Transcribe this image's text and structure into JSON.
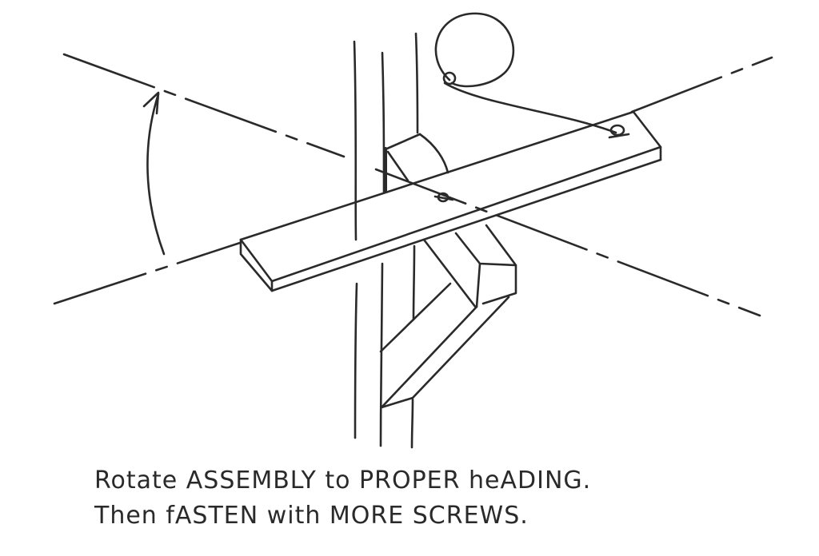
{
  "figure": {
    "style": "hand-drawn pen sketch",
    "subject": "Rotating a crossarm board assembly mounted on a post with a brace",
    "elements": [
      {
        "name": "post",
        "description": "vertical post drawn with parallel lines"
      },
      {
        "name": "board",
        "description": "long flat board (crossarm) angled across the post"
      },
      {
        "name": "brace",
        "description": "diagonal support bracket below the board"
      },
      {
        "name": "pivot-screw",
        "description": "center screw where board pivots on post"
      },
      {
        "name": "end-screw",
        "description": "screw near right end of board"
      },
      {
        "name": "wire-loop",
        "description": "wire/cord loop tied from end screw to a loop above"
      },
      {
        "name": "axis-line-original",
        "description": "dash-dot line showing current board axis"
      },
      {
        "name": "axis-line-target",
        "description": "dash-dot line showing target heading"
      },
      {
        "name": "rotation-arrow",
        "description": "curved arrow indicating rotation direction"
      }
    ],
    "ink_color": "#2a2a2a",
    "background_color": "#ffffff"
  },
  "caption": {
    "line1": "Rotate ASSEMBLY to PROPER heADING.",
    "line2": "Then fASTEN with MORE SCREWS."
  }
}
